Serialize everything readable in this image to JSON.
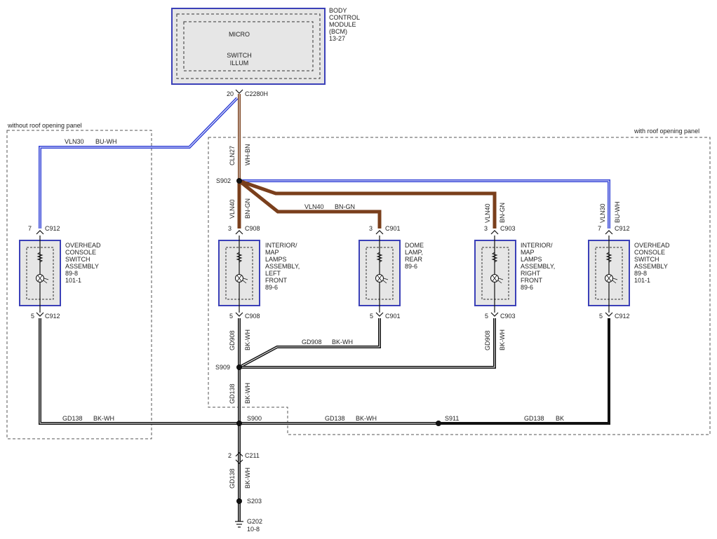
{
  "bcm": {
    "title_lines": [
      "BODY",
      "CONTROL",
      "MODULE",
      "(BCM)",
      "13-27"
    ],
    "micro": "MICRO",
    "switch_illum": [
      "SWITCH",
      "ILLUM"
    ],
    "pin": "20",
    "connector": "C2280H"
  },
  "regions": {
    "without_roof": "without roof opening panel",
    "with_roof": "with roof opening panel"
  },
  "wires": {
    "vln30_left": {
      "circuit": "VLN30",
      "color": "BU-WH"
    },
    "cln27": {
      "circuit": "CLN27",
      "color": "WH-BN"
    },
    "vln40_left": {
      "circuit": "VLN40",
      "color": "BN-GN"
    },
    "vln40_dome": {
      "circuit": "VLN40",
      "color": "BN-GN"
    },
    "vln40_right": {
      "circuit": "VLN40",
      "color": "BN-GN"
    },
    "vln30_right": {
      "circuit": "VLN30",
      "color": "BU-WH"
    },
    "gd908_left": {
      "circuit": "GD908",
      "color": "BK-WH"
    },
    "gd908_dome": {
      "circuit": "GD908",
      "color": "BK-WH"
    },
    "gd908_right": {
      "circuit": "GD908",
      "color": "BK-WH"
    },
    "gd138_mid": {
      "circuit": "GD138",
      "color": "BK-WH"
    },
    "gd138_left": {
      "circuit": "GD138",
      "color": "BK-WH"
    },
    "gd138_s911": {
      "circuit": "GD138",
      "color": "BK-WH"
    },
    "gd138_right": {
      "circuit": "GD138",
      "color": "BK"
    },
    "gd138_bottom": {
      "circuit": "GD138",
      "color": "BK-WH"
    }
  },
  "splices": {
    "s902": "S902",
    "s909": "S909",
    "s900": "S900",
    "s911": "S911",
    "s203": "S203"
  },
  "ground": {
    "name": "G202",
    "ref": "10-8"
  },
  "lower_connector": {
    "pin": "2",
    "name": "C211"
  },
  "components": [
    {
      "lines": [
        "OVERHEAD",
        "CONSOLE",
        "SWITCH",
        "ASSEMBLY",
        "89-8",
        "101-1"
      ],
      "top_pin": "7",
      "top_conn": "C912",
      "bottom_pin": "5",
      "bottom_conn": "C912"
    },
    {
      "lines": [
        "INTERIOR/",
        "MAP",
        "LAMPS",
        "ASSEMBLY,",
        "LEFT",
        "FRONT",
        "89-6"
      ],
      "top_pin": "3",
      "top_conn": "C908",
      "bottom_pin": "5",
      "bottom_conn": "C908"
    },
    {
      "lines": [
        "DOME",
        "LAMP,",
        "REAR",
        "89-6"
      ],
      "top_pin": "3",
      "top_conn": "C901",
      "bottom_pin": "5",
      "bottom_conn": "C901"
    },
    {
      "lines": [
        "INTERIOR/",
        "MAP",
        "LAMPS",
        "ASSEMBLY,",
        "RIGHT",
        "FRONT",
        "89-6"
      ],
      "top_pin": "3",
      "top_conn": "C903",
      "bottom_pin": "5",
      "bottom_conn": "C903"
    },
    {
      "lines": [
        "OVERHEAD",
        "CONSOLE",
        "SWITCH",
        "ASSEMBLY",
        "89-8",
        "101-1"
      ],
      "top_pin": "7",
      "top_conn": "C912",
      "bottom_pin": "5",
      "bottom_conn": "C912"
    }
  ],
  "colors": {
    "blue": "#2f3fd6",
    "brown": "#7a3f1c",
    "black": "#111111",
    "box_border": "#3b40b8",
    "box_fill": "#e6e6e6"
  }
}
